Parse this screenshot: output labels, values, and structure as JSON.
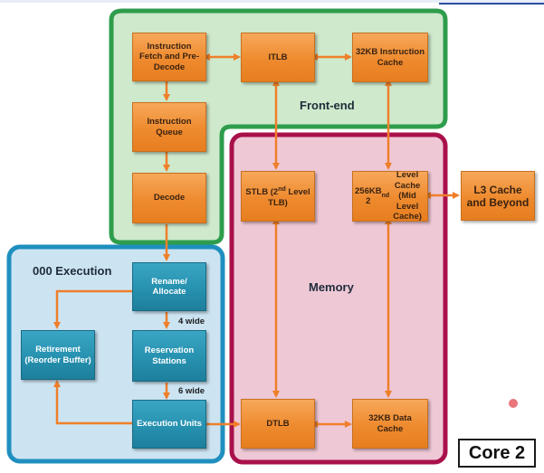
{
  "regions": {
    "frontend": {
      "label": "Front-end",
      "color": "#2e9d4c",
      "fill": "#cfe9cc"
    },
    "memory": {
      "label": "Memory",
      "color": "#a9104a",
      "fill": "#efc8d6"
    },
    "ooo": {
      "label": "000 Execution",
      "color": "#1f8fbf",
      "fill": "#cce4f2"
    }
  },
  "boxes": {
    "instruction_fetch": "Instruction\nFetch and Pre-\nDecode",
    "itlb": "ITLB",
    "icache": "32KB Instruction\nCache",
    "instruction_queue": "Instruction\nQueue",
    "decode": "Decode",
    "stlb": "STLB (2nd Level\nTLB)",
    "l2cache": "256KB\n2nd Level Cache\n(Mid Level\nCache)",
    "l3cache": "L3 Cache\nand Beyond",
    "rename": "Rename/\nAllocate",
    "retirement": "Retirement\n(Reorder Buffer)",
    "reservation": "Reservation\nStations",
    "execution": "Execution Units",
    "dtlb": "DTLB",
    "dcache": "32KB Data\nCache"
  },
  "labels": {
    "four_wide": "4 wide",
    "six_wide": "6 wide",
    "core": "Core 2"
  },
  "colors": {
    "arrow": "#ef7f2a",
    "box_orange": "#ee8a2e",
    "box_blue": "#2791b0"
  }
}
